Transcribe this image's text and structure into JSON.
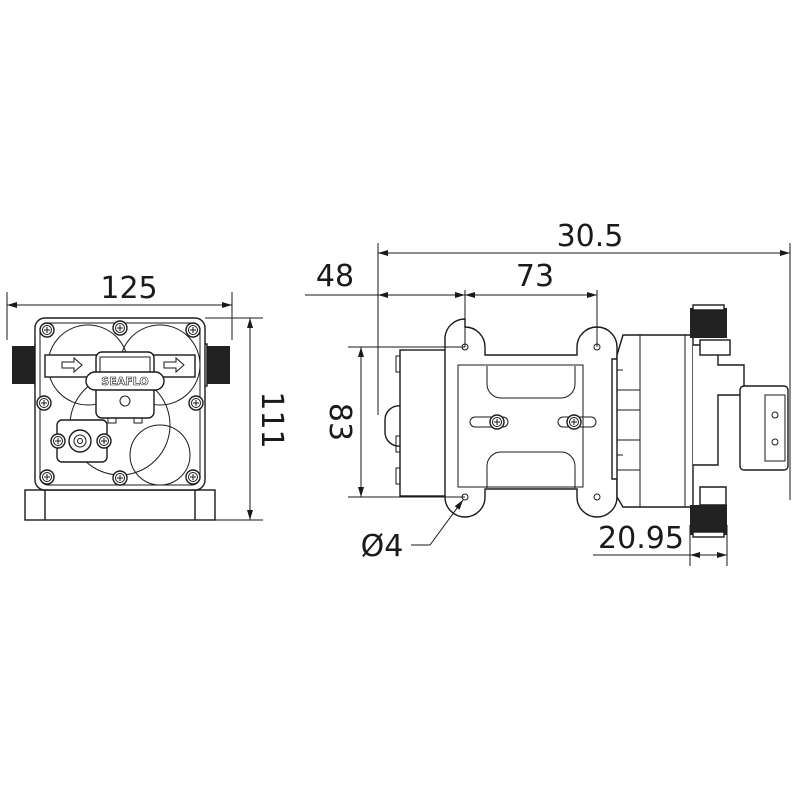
{
  "dimensions": {
    "width_front": "125",
    "height_front": "111",
    "overall_length": "30.5",
    "offset": "48",
    "hole_spacing_length": "73",
    "hole_spacing_width": "83",
    "hole_diameter": "Ø4",
    "port_width": "20.95"
  },
  "labels": {
    "brand_logo": "SEAFLO"
  },
  "colors": {
    "line": "#1a1a1a",
    "background": "#ffffff"
  }
}
